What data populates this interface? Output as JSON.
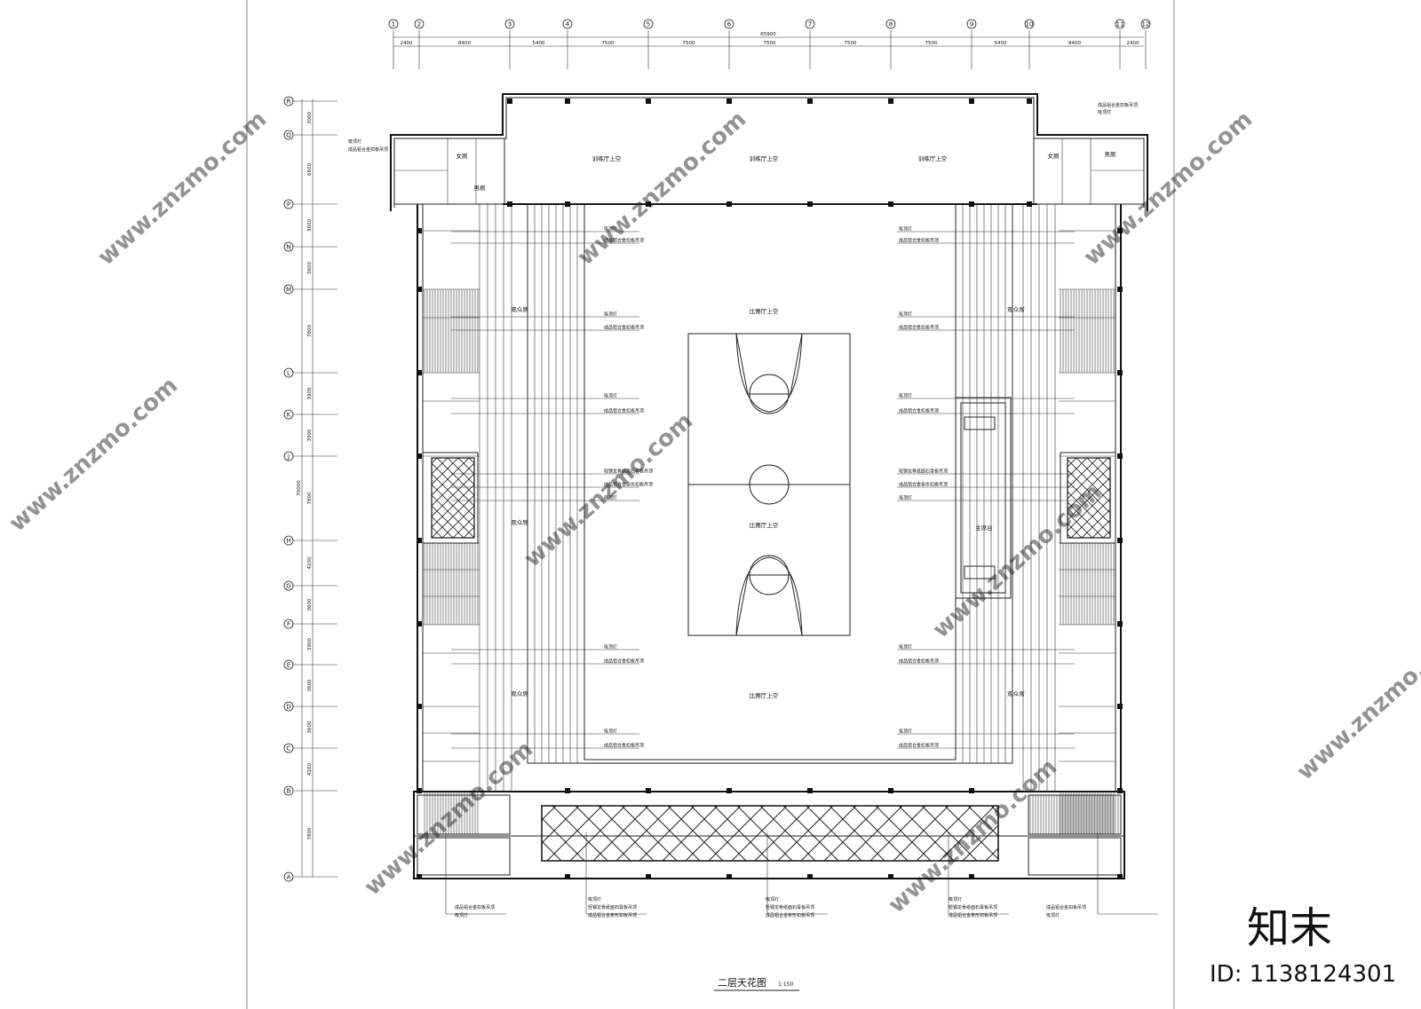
{
  "drawing": {
    "title": "二层天花图",
    "scale": "1:150"
  },
  "grid": {
    "vertical_axes": [
      "1",
      "2",
      "3",
      "4",
      "5",
      "6",
      "7",
      "8",
      "9",
      "10",
      "11",
      "12"
    ],
    "vertical_dims": [
      "2400",
      "8400",
      "5400",
      "7500",
      "7500",
      "7500",
      "7500",
      "7500",
      "5400",
      "8400",
      "2400"
    ],
    "total_width": "65900",
    "horizontal_axes": [
      "R",
      "Q",
      "P",
      "N",
      "M",
      "L",
      "K",
      "J",
      "H",
      "G",
      "F",
      "E",
      "D",
      "C",
      "B",
      "A"
    ],
    "horizontal_dims": [
      "3000",
      "6600",
      "3600",
      "3600",
      "7800",
      "3900",
      "3900",
      "7800",
      "4200",
      "3600",
      "3900",
      "3600",
      "3600",
      "4200",
      "7800"
    ],
    "total_height": "70000"
  },
  "rooms": {
    "training": "训练厅上空",
    "arena": "比赛厅上空",
    "audience": "观众席",
    "podium": "主席台",
    "women": "女厕",
    "men": "男厕"
  },
  "annotations": {
    "a1": "成品铝合金扣板吊顶",
    "a2": "成品铝合金条形扣板吊顶",
    "a3": "吸顶灯",
    "a4": "石膏板吊顶",
    "a5": "成品铝合金条形扣板吊顶",
    "a6": "吸顶灯",
    "a7": "轻钢龙骨纸面石膏板吊顶",
    "a8": "成品铝合金条形扣板吊顶",
    "a9": "吸顶灯"
  },
  "watermark": {
    "site": "www.znzmo.com",
    "brand": "知末",
    "id": "ID: 1138124301"
  }
}
